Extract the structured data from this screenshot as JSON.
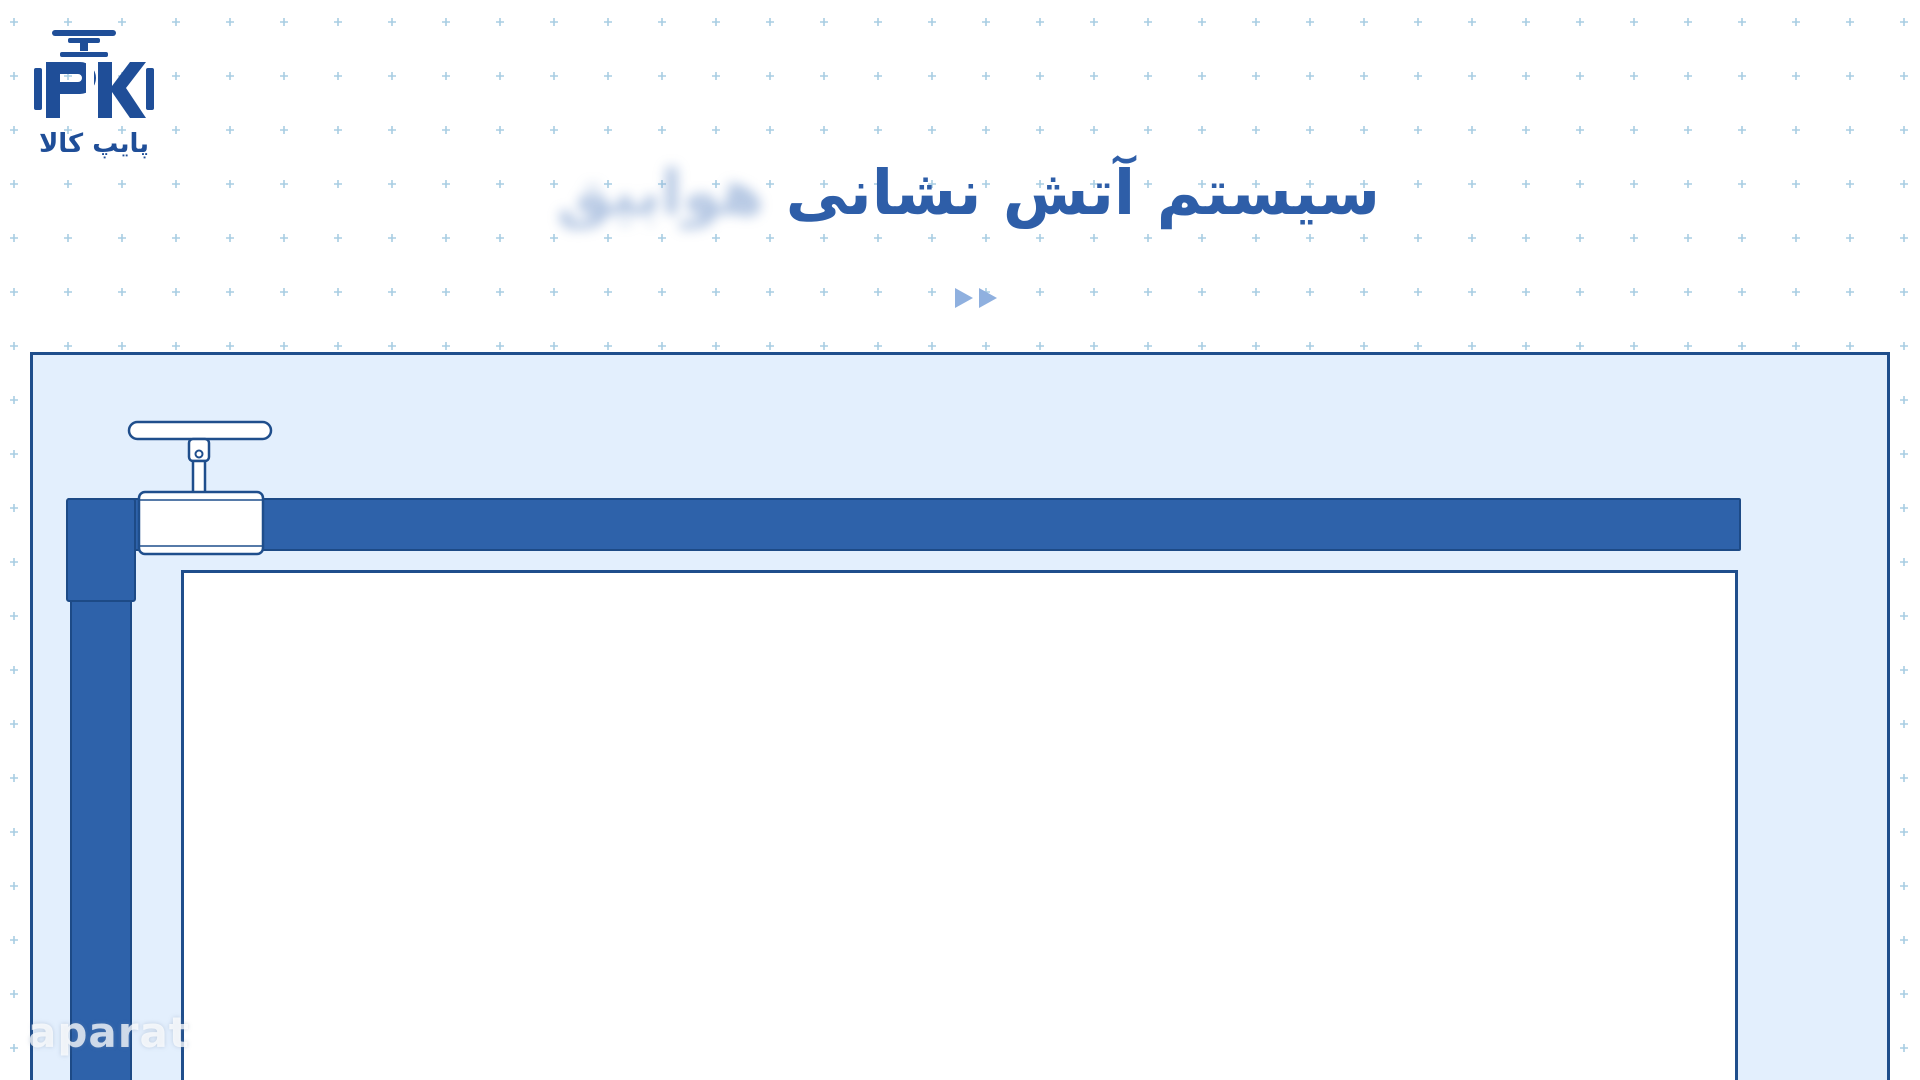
{
  "logo": {
    "text": "پایپ کالا"
  },
  "title": {
    "main": "سیستم آتش نشانی",
    "fading": "هوابیق"
  },
  "watermark": {
    "text": "aparat"
  },
  "colors": {
    "primary_blue": "#2e62aa",
    "dark_blue": "#1f4e8c",
    "panel_bg": "#e3effd",
    "dot_color": "#a8cde3"
  },
  "icons": {
    "play": "fast-forward-icon",
    "sprinkler": "sprinkler-icon"
  }
}
